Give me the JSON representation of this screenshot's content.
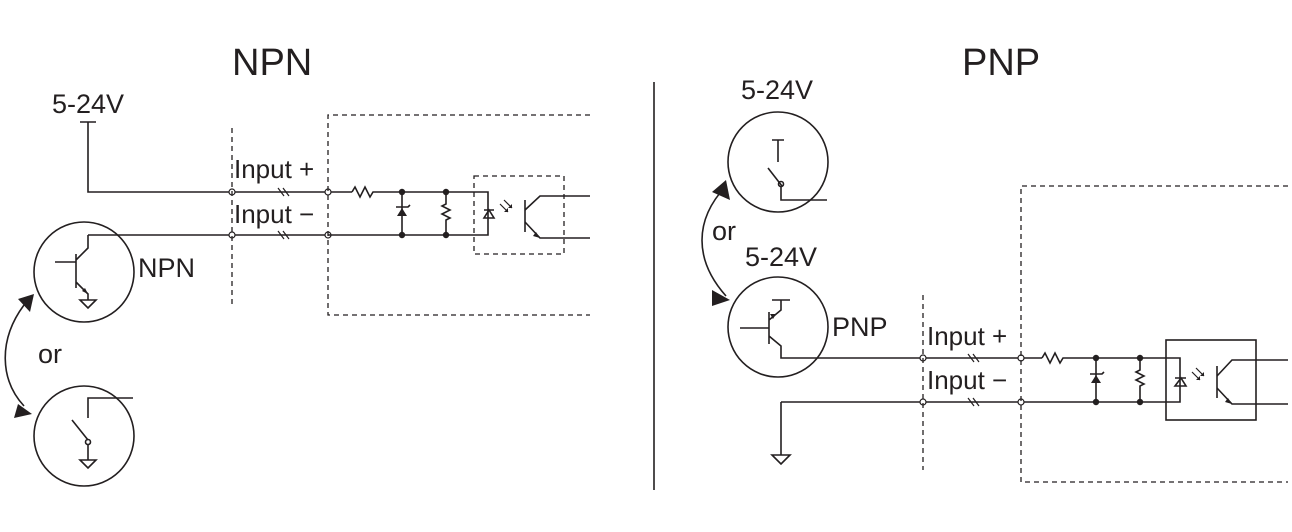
{
  "npn": {
    "title": "NPN",
    "supply_label": "5-24V",
    "transistor_label": "NPN",
    "alt_label": "or",
    "input_plus": "Input +",
    "input_minus": "Input −"
  },
  "pnp": {
    "title": "PNP",
    "supply_label_switch": "5-24V",
    "supply_label_transistor": "5-24V",
    "transistor_label": "PNP",
    "alt_label": "or",
    "input_plus": "Input +",
    "input_minus": "Input −"
  },
  "colors": {
    "ink": "#231f20",
    "background": "#ffffff"
  }
}
